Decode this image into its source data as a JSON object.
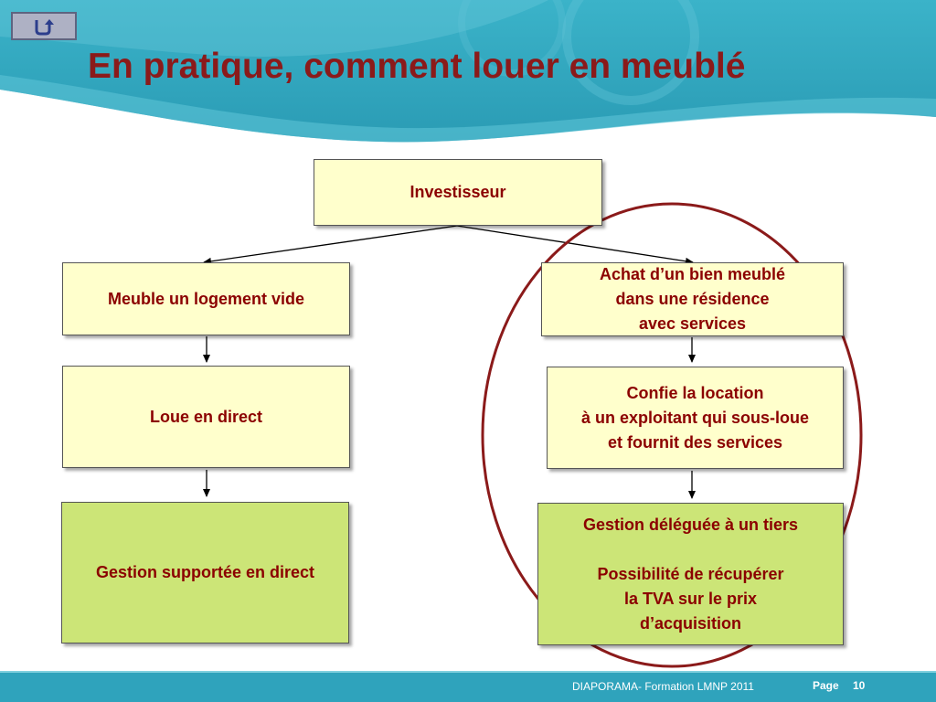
{
  "slide": {
    "title": "En pratique, comment louer en meublé",
    "home_button_icon": "return-arrow-icon"
  },
  "diagram": {
    "root": {
      "label": "Investisseur"
    },
    "left_column": [
      {
        "label": "Meuble un logement vide"
      },
      {
        "label": "Loue en direct"
      },
      {
        "label": "Gestion supportée en direct"
      }
    ],
    "right_column": [
      {
        "lines": [
          "Achat d’un bien meublé",
          "dans une résidence",
          "avec services"
        ]
      },
      {
        "lines": [
          "Confie la location",
          "à un exploitant qui sous-loue",
          "et fournit des services"
        ]
      },
      {
        "lines": [
          "Gestion déléguée à un tiers",
          "",
          "Possibilité de récupérer",
          "la TVA sur le prix",
          "d’acquisition"
        ]
      }
    ]
  },
  "footer": {
    "text": "DIAPORAMA- Formation LMNP  2011",
    "page_label": "Page",
    "page_number": "10"
  },
  "colors": {
    "title": "#8b1a1a",
    "box_text": "#8b0000",
    "cream_box": "#ffffcc",
    "green_box": "#cce577",
    "highlight_ellipse": "#8b1a1a",
    "teal_band": "#2fa3bc"
  }
}
